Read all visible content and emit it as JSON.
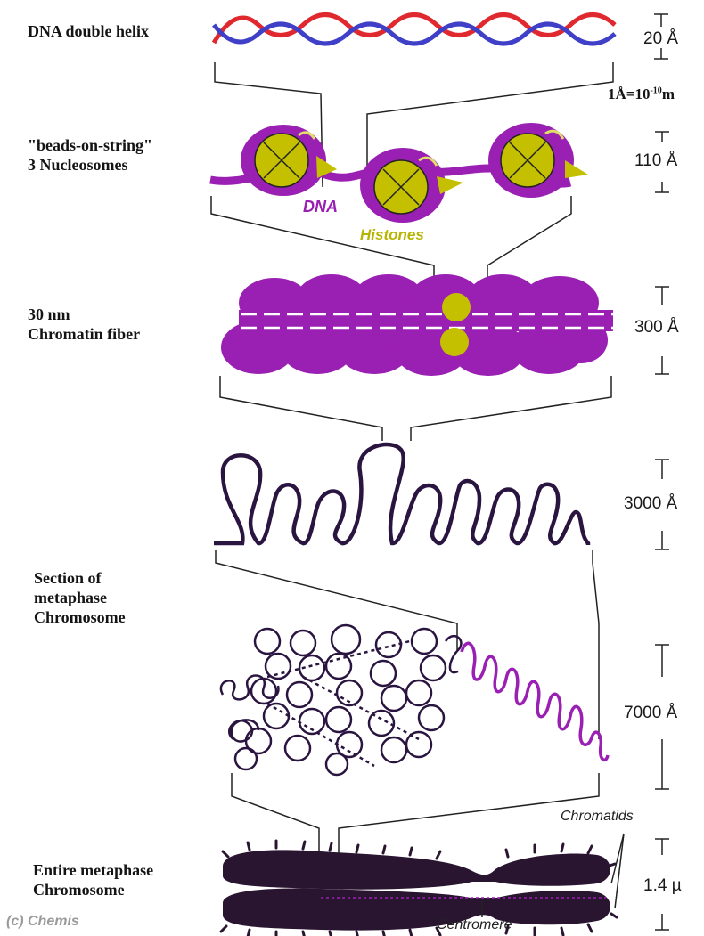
{
  "levels": {
    "helix": {
      "label": "DNA double helix",
      "size": "20 Å"
    },
    "beads": {
      "label_line1": "\"beads-on-string\"",
      "label_line2": "3 Nucleosomes",
      "size": "110 Å",
      "dna_label": "DNA",
      "histones_label": "Histones"
    },
    "fiber": {
      "label_line1": "30 nm",
      "label_line2": "Chromatin fiber",
      "size": "300 Å"
    },
    "loops": {
      "size": "3000 Å"
    },
    "section": {
      "label_line1": "Section of",
      "label_line2": "metaphase",
      "label_line3": "Chromosome",
      "size": "7000 Å"
    },
    "entire": {
      "label_line1": "Entire metaphase",
      "label_line2": "Chromosome",
      "size": "1.4 µ",
      "chromatids_label": "Chromatids",
      "centromere_label": "Centromere"
    }
  },
  "unit_note": {
    "base": "1Å=10",
    "exponent": "-10",
    "suffix": "m"
  },
  "copyright": "(c) Chemis",
  "colors": {
    "strand_red": "#e0282f",
    "strand_blue": "#3f3fc8",
    "dna_purple": "#9a1fb3",
    "histone_yellow": "#c4c000",
    "chromosome_dark": "#2a1530",
    "line": "#222222"
  }
}
